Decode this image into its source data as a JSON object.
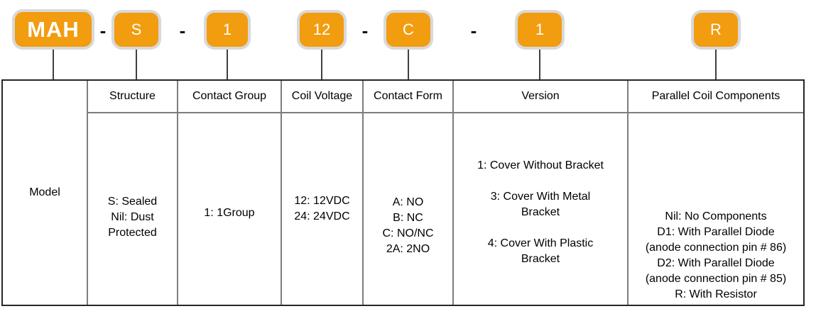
{
  "accent_color": "#F29C0F",
  "badge_border_color": "#D9D9D9",
  "separator": "-",
  "code_badges": {
    "model": "MAH",
    "structure": "S",
    "contact_group": "1",
    "coil_voltage": "12",
    "contact_form": "C",
    "version": "1",
    "parallel_coil_components": "R"
  },
  "table": {
    "model_label": "Model",
    "columns": [
      {
        "header": "Structure",
        "body": "S: Sealed\nNil: Dust\nProtected"
      },
      {
        "header": "Contact Group",
        "body": "1: 1Group"
      },
      {
        "header": "Coil Voltage",
        "body": "12: 12VDC\n24: 24VDC"
      },
      {
        "header": "Contact Form",
        "body": "A: NO\nB: NC\nC: NO/NC\n2A: 2NO"
      },
      {
        "header": "Version",
        "body": "1: Cover Without Bracket\n\n3: Cover With Metal\nBracket\n\n4: Cover With Plastic\nBracket"
      },
      {
        "header": "Parallel Coil Components",
        "body": "Nil: No Components\nD1: With Parallel Diode\n(anode connection pin # 86)\nD2: With Parallel Diode\n(anode connection pin # 85)\nR: With Resistor"
      }
    ]
  }
}
